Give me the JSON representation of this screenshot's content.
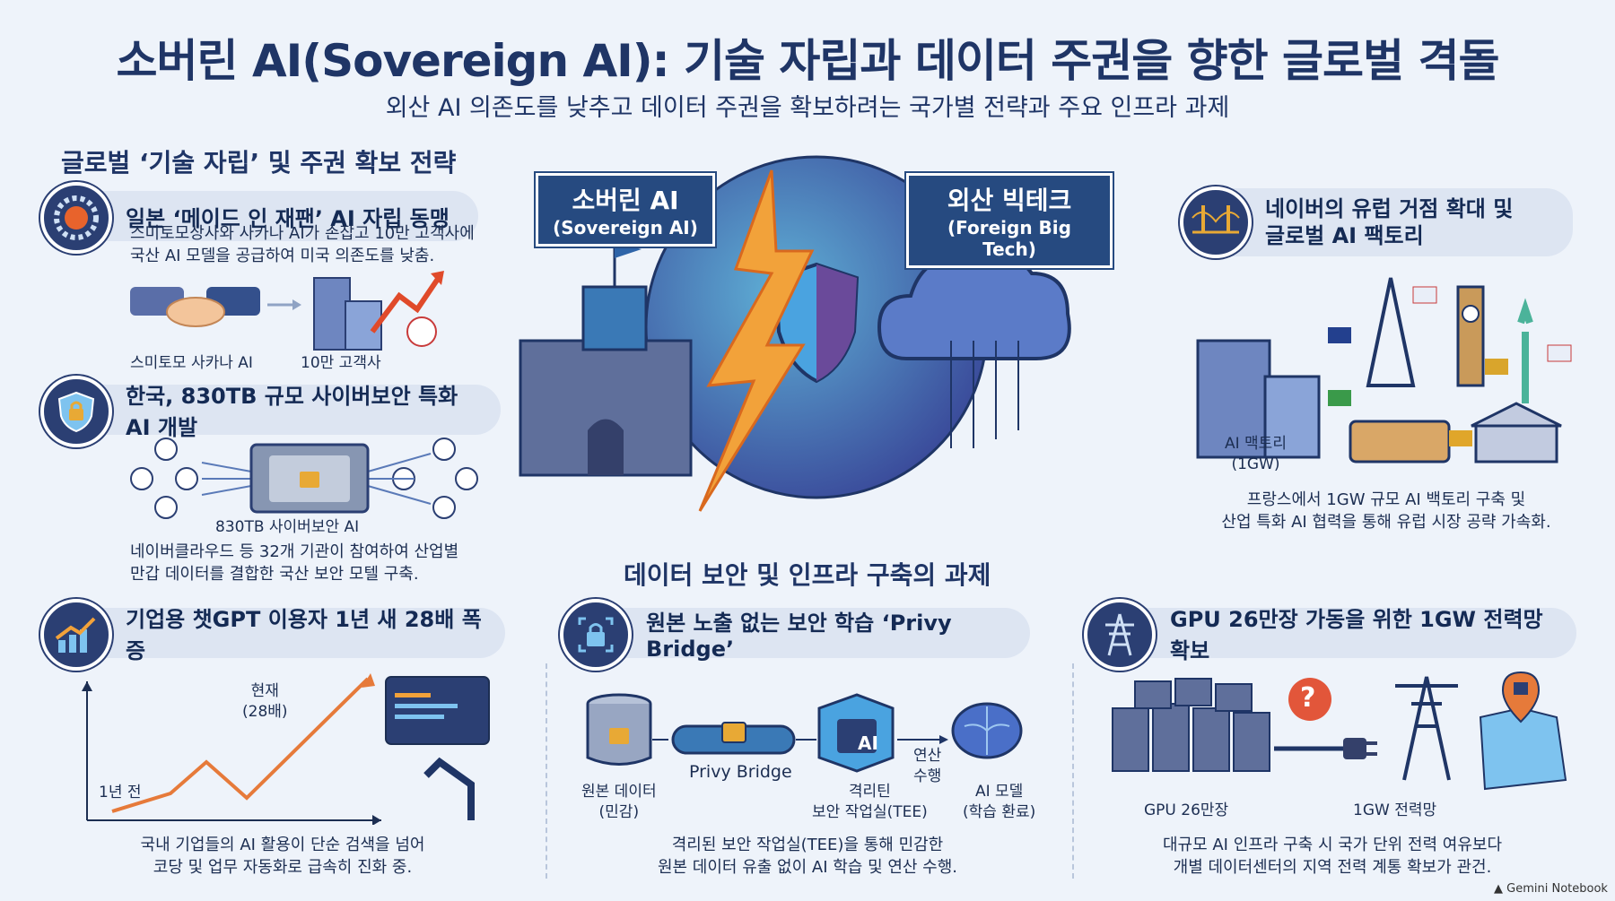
{
  "title": "소버린 AI(Sovereign AI): 기술 자립과 데이터 주권을 향한 글로벌 격돌",
  "subtitle": "외산 AI 의존도를 낮추고 데이터 주권을 확보하려는 국가별 전략과 주요 인프라 과제",
  "left_section": {
    "title": "글로벌 ‘기술 자립’ 및 주권 확보 전략",
    "japan": {
      "heading": "일본 ‘메이드 인 재팬’ AI 자립 동맹",
      "desc_line1": "스미토모상사와 사카나 AI가 손잡고 10만 고객사에",
      "desc_line2": "국산 AI 모델을 공급하여 미국 의존도를 낮춤.",
      "cap_left": "스미토모 사카나 AI",
      "cap_right": "10만 고객사"
    },
    "korea": {
      "heading": "한국, 830TB 규모 사이버보안 특화 AI 개발",
      "cap_center": "830TB 사이버보안 AI",
      "desc_line1": "네이버클라우드 등 32개 기관이 참여하여 산업별",
      "desc_line2": "만갑 데이터를 결합한 국산 보안 모텔 구축."
    }
  },
  "center": {
    "banner_left_l1": "소버린 AI",
    "banner_left_l2": "(Sovereign AI)",
    "banner_right_l1": "외산 빅테크",
    "banner_right_l2": "(Foreign Big Tech)"
  },
  "right_top": {
    "heading_line1": "네이버의 유럽 거점 확대 및",
    "heading_line2": "글로벌 AI 팩토리",
    "cap_factory_l1": "AI 맥토리",
    "cap_factory_l2": "(1GW)",
    "desc_line1": "프랑스에서 1GW 규모 AI 백토리 구축 및",
    "desc_line2": "산업 특화 AI 협력을 통해 유럽 시장 공략 가속화."
  },
  "bottom_section_title": "데이터 보안 및 인프라 구축의 과제",
  "bottom_left": {
    "heading": "기업용 챗GPT 이용자 1년 새 28배 폭증",
    "label_now_l1": "현재",
    "label_now_l2": "(28배)",
    "label_before": "1년 전",
    "desc_line1": "국내 기업들의 AI 활용이 단순 검색을 넘어",
    "desc_line2": "코당 및 업무 자동화로 급속히 진화 중."
  },
  "bottom_mid": {
    "heading": "원본 노출 없는 보안 학습 ‘Privy Bridge’",
    "cap_db_l1": "원본 데이터",
    "cap_db_l2": "(민감)",
    "cap_bridge": "Privy Bridge",
    "cap_tee_l1": "격리틴",
    "cap_tee_l2": "보안 작업실(TEE)",
    "cap_calc_l1": "연산",
    "cap_calc_l2": "수행",
    "cap_ai_l1": "AI 모델",
    "cap_ai_l2": "(학습 환료)",
    "tee_chip": "AI",
    "desc_line1": "격리된 보안 작업실(TEE)을 통해 민감한",
    "desc_line2": "원본 데이터 유출 없이 AI 학습 및 연산 수행."
  },
  "bottom_right": {
    "heading": "GPU 26만장 가동을 위한 1GW 전력망 확보",
    "cap_gpu": "GPU 26만장",
    "cap_grid": "1GW 전력망",
    "question": "?",
    "desc_line1": "대규모 AI 인프라 구축 시 국가 단위 전력 여유보다",
    "desc_line2": "개별 데이터센터의 지역 전력 계통 확보가 관건."
  },
  "watermark": "Gemini Notebook",
  "colors": {
    "navy": "#1f3566",
    "badge": "#2b3f73",
    "pill": "#dde5f2",
    "accent_orange": "#e67a3a",
    "bolt": "#f2a23a"
  }
}
